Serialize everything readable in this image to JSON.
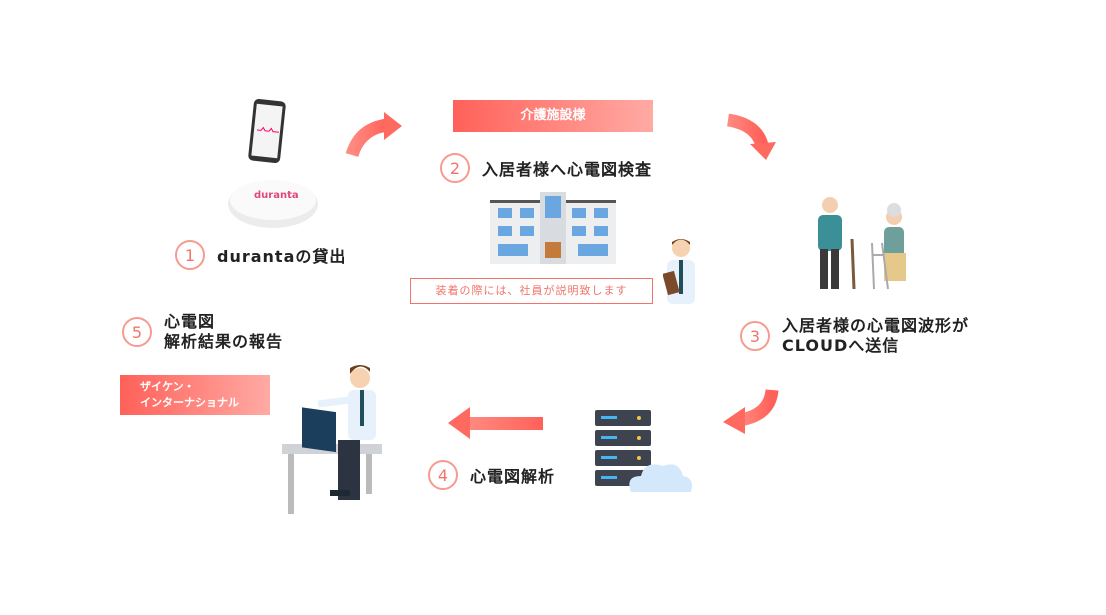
{
  "banners": {
    "facility": "介護施設様",
    "company_line1": "ザイケン・",
    "company_line2": "インターナショナル"
  },
  "steps": [
    {
      "num": "1",
      "label": "durantaの貸出"
    },
    {
      "num": "2",
      "label": "入居者様へ心電図検査"
    },
    {
      "num": "3",
      "line1": "入居者様の心電図波形が",
      "line2": "CLOUDへ送信"
    },
    {
      "num": "4",
      "label": "心電図解析"
    },
    {
      "num": "5",
      "line1": "心電図",
      "line2": "解析結果の報告"
    }
  ],
  "note": "装着の際には、社員が説明致します",
  "device_logo": "duranta",
  "colors": {
    "accent": "#f0746a",
    "arrow": "#fb7d72"
  }
}
